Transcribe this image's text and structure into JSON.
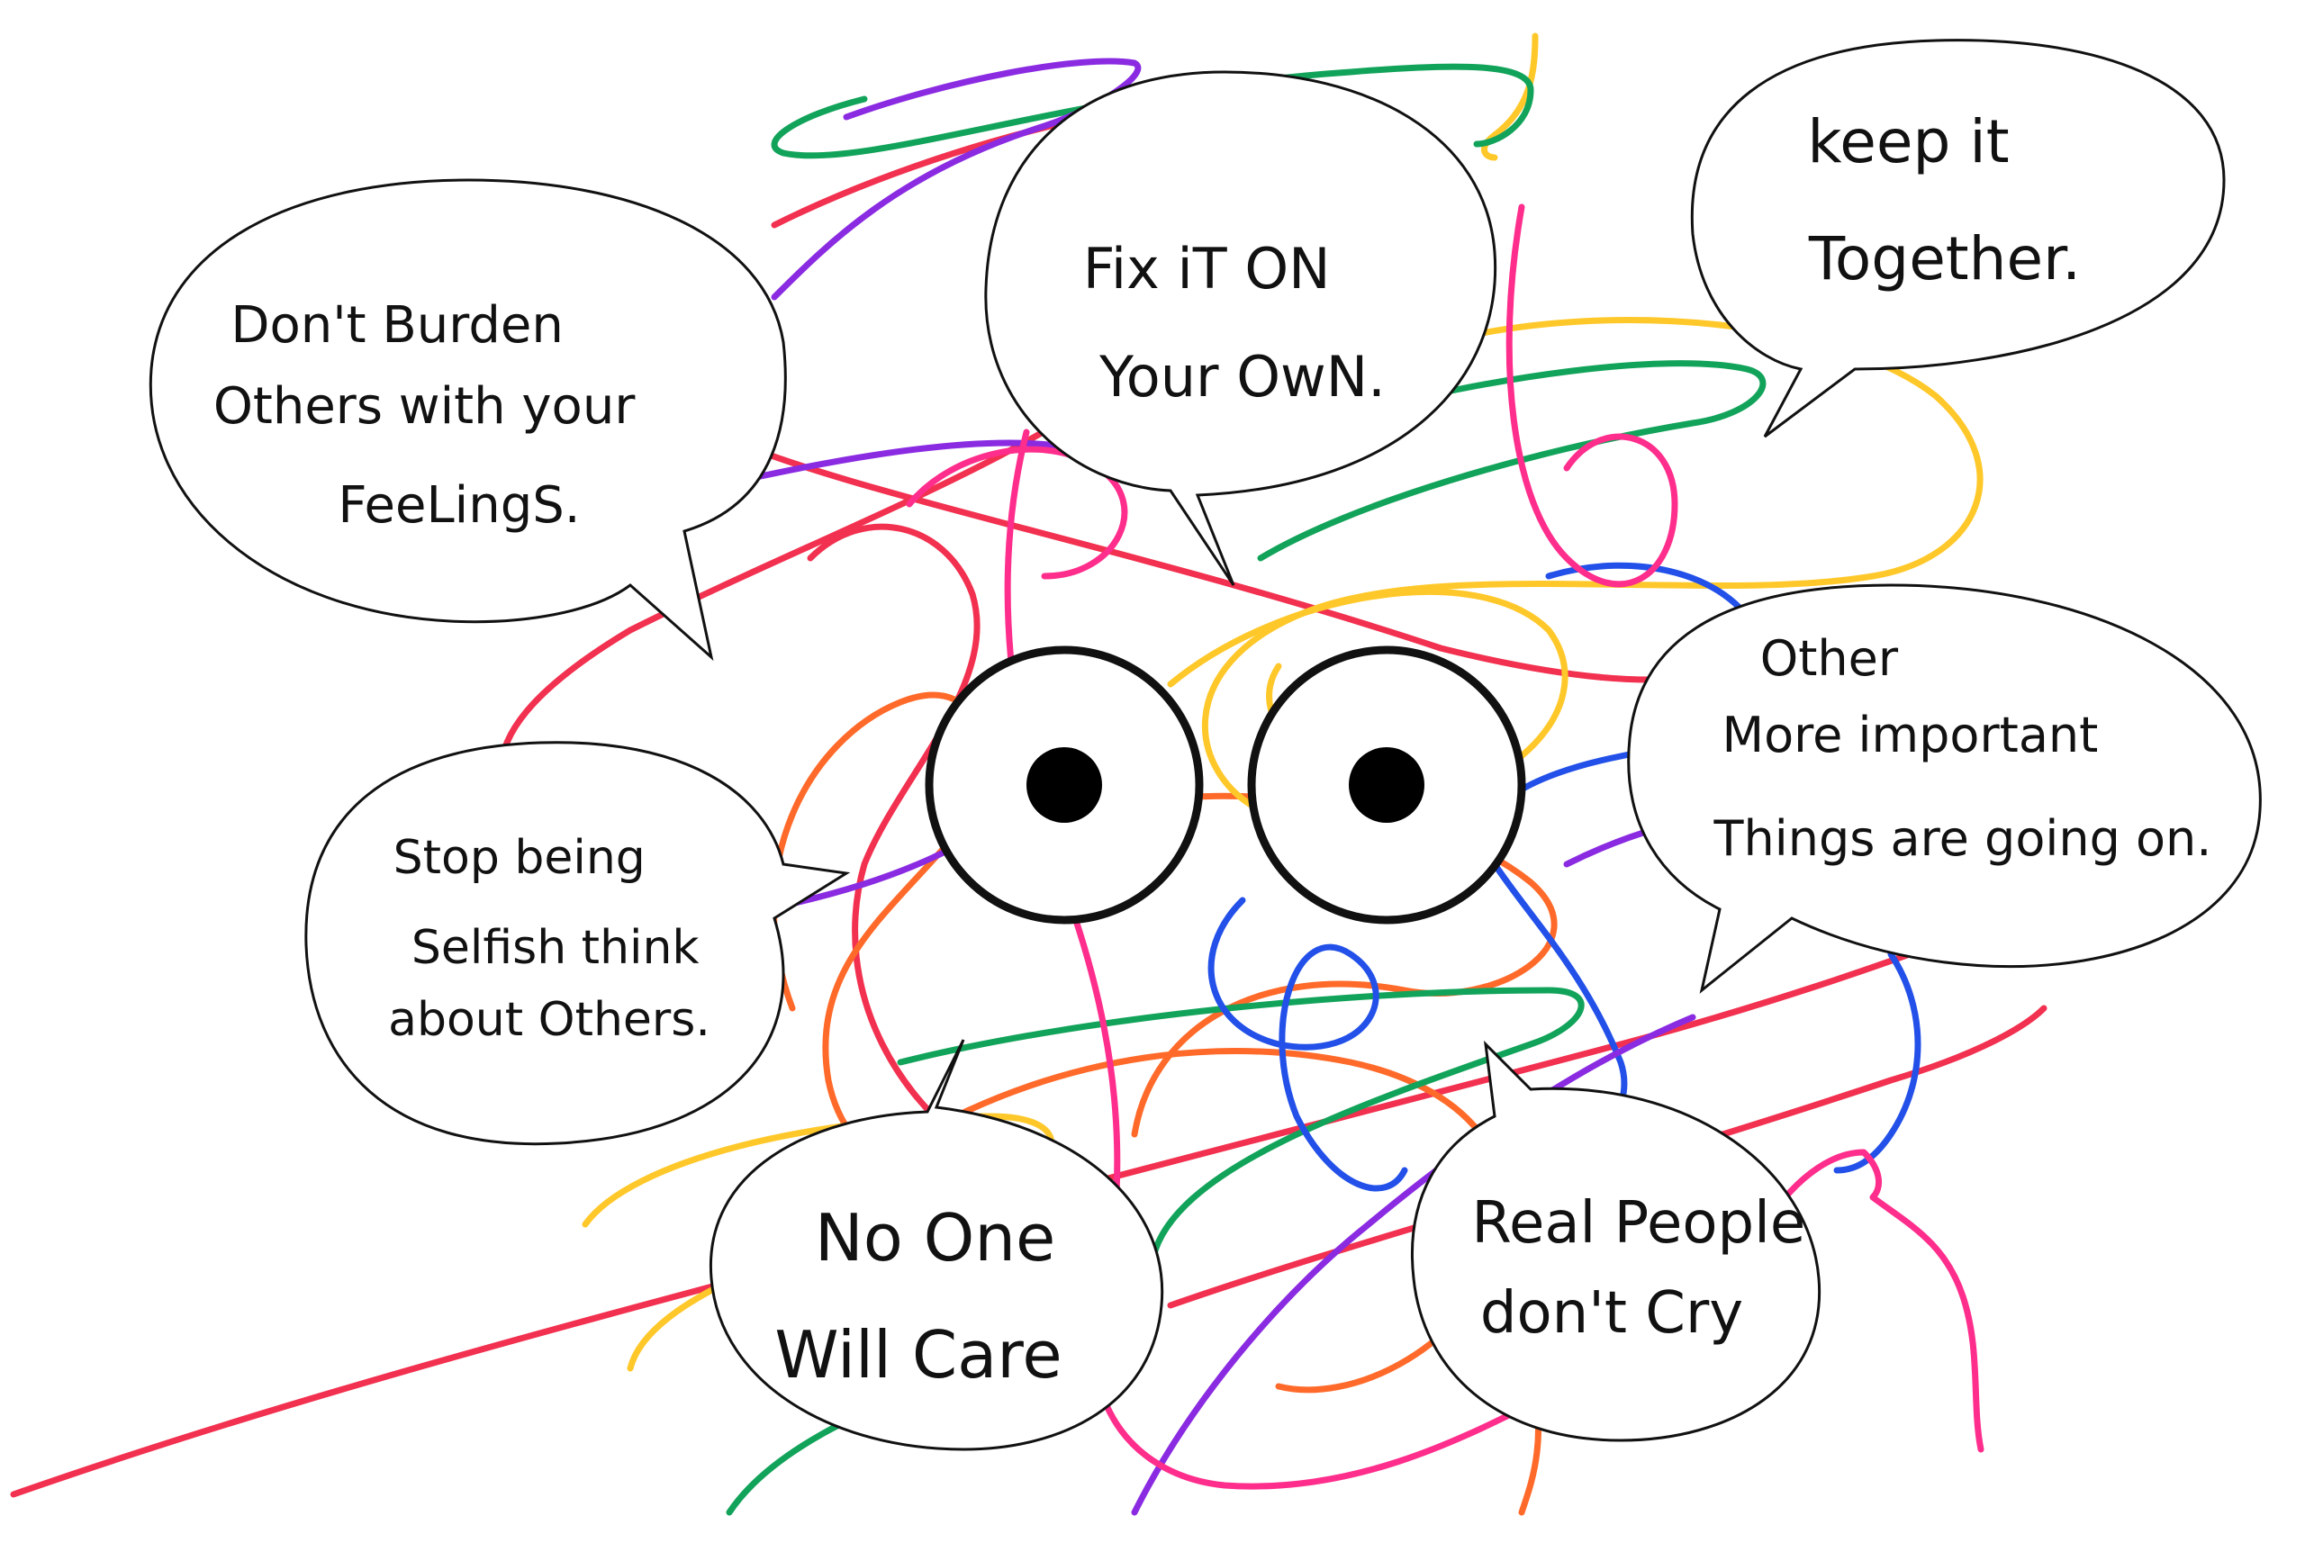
{
  "colors": {
    "red": "#f2304f",
    "orange": "#ff6a2a",
    "yellow": "#ffc82a",
    "green": "#12a35a",
    "blue": "#2250e8",
    "purple": "#8a2be2",
    "pink": "#ff2d8c",
    "outline": "#111111"
  },
  "bubbles": {
    "burden": {
      "lines": [
        "Don't Burden",
        "Others with your",
        "FeeLingS."
      ]
    },
    "fix": {
      "lines": [
        "Fix iT ON",
        "Your OwN."
      ]
    },
    "keep": {
      "lines": [
        "keep it",
        "Together."
      ]
    },
    "selfish": {
      "lines": [
        "Stop being",
        "Selfish think",
        "about Others."
      ]
    },
    "important": {
      "lines": [
        "Other",
        "More important",
        "Things are going on."
      ]
    },
    "noone": {
      "lines": [
        "No One",
        "Will Care"
      ]
    },
    "realpeople": {
      "lines": [
        "Real People",
        "don't Cry"
      ]
    }
  },
  "face": {
    "description_icon": "wide-eyes-icon"
  }
}
